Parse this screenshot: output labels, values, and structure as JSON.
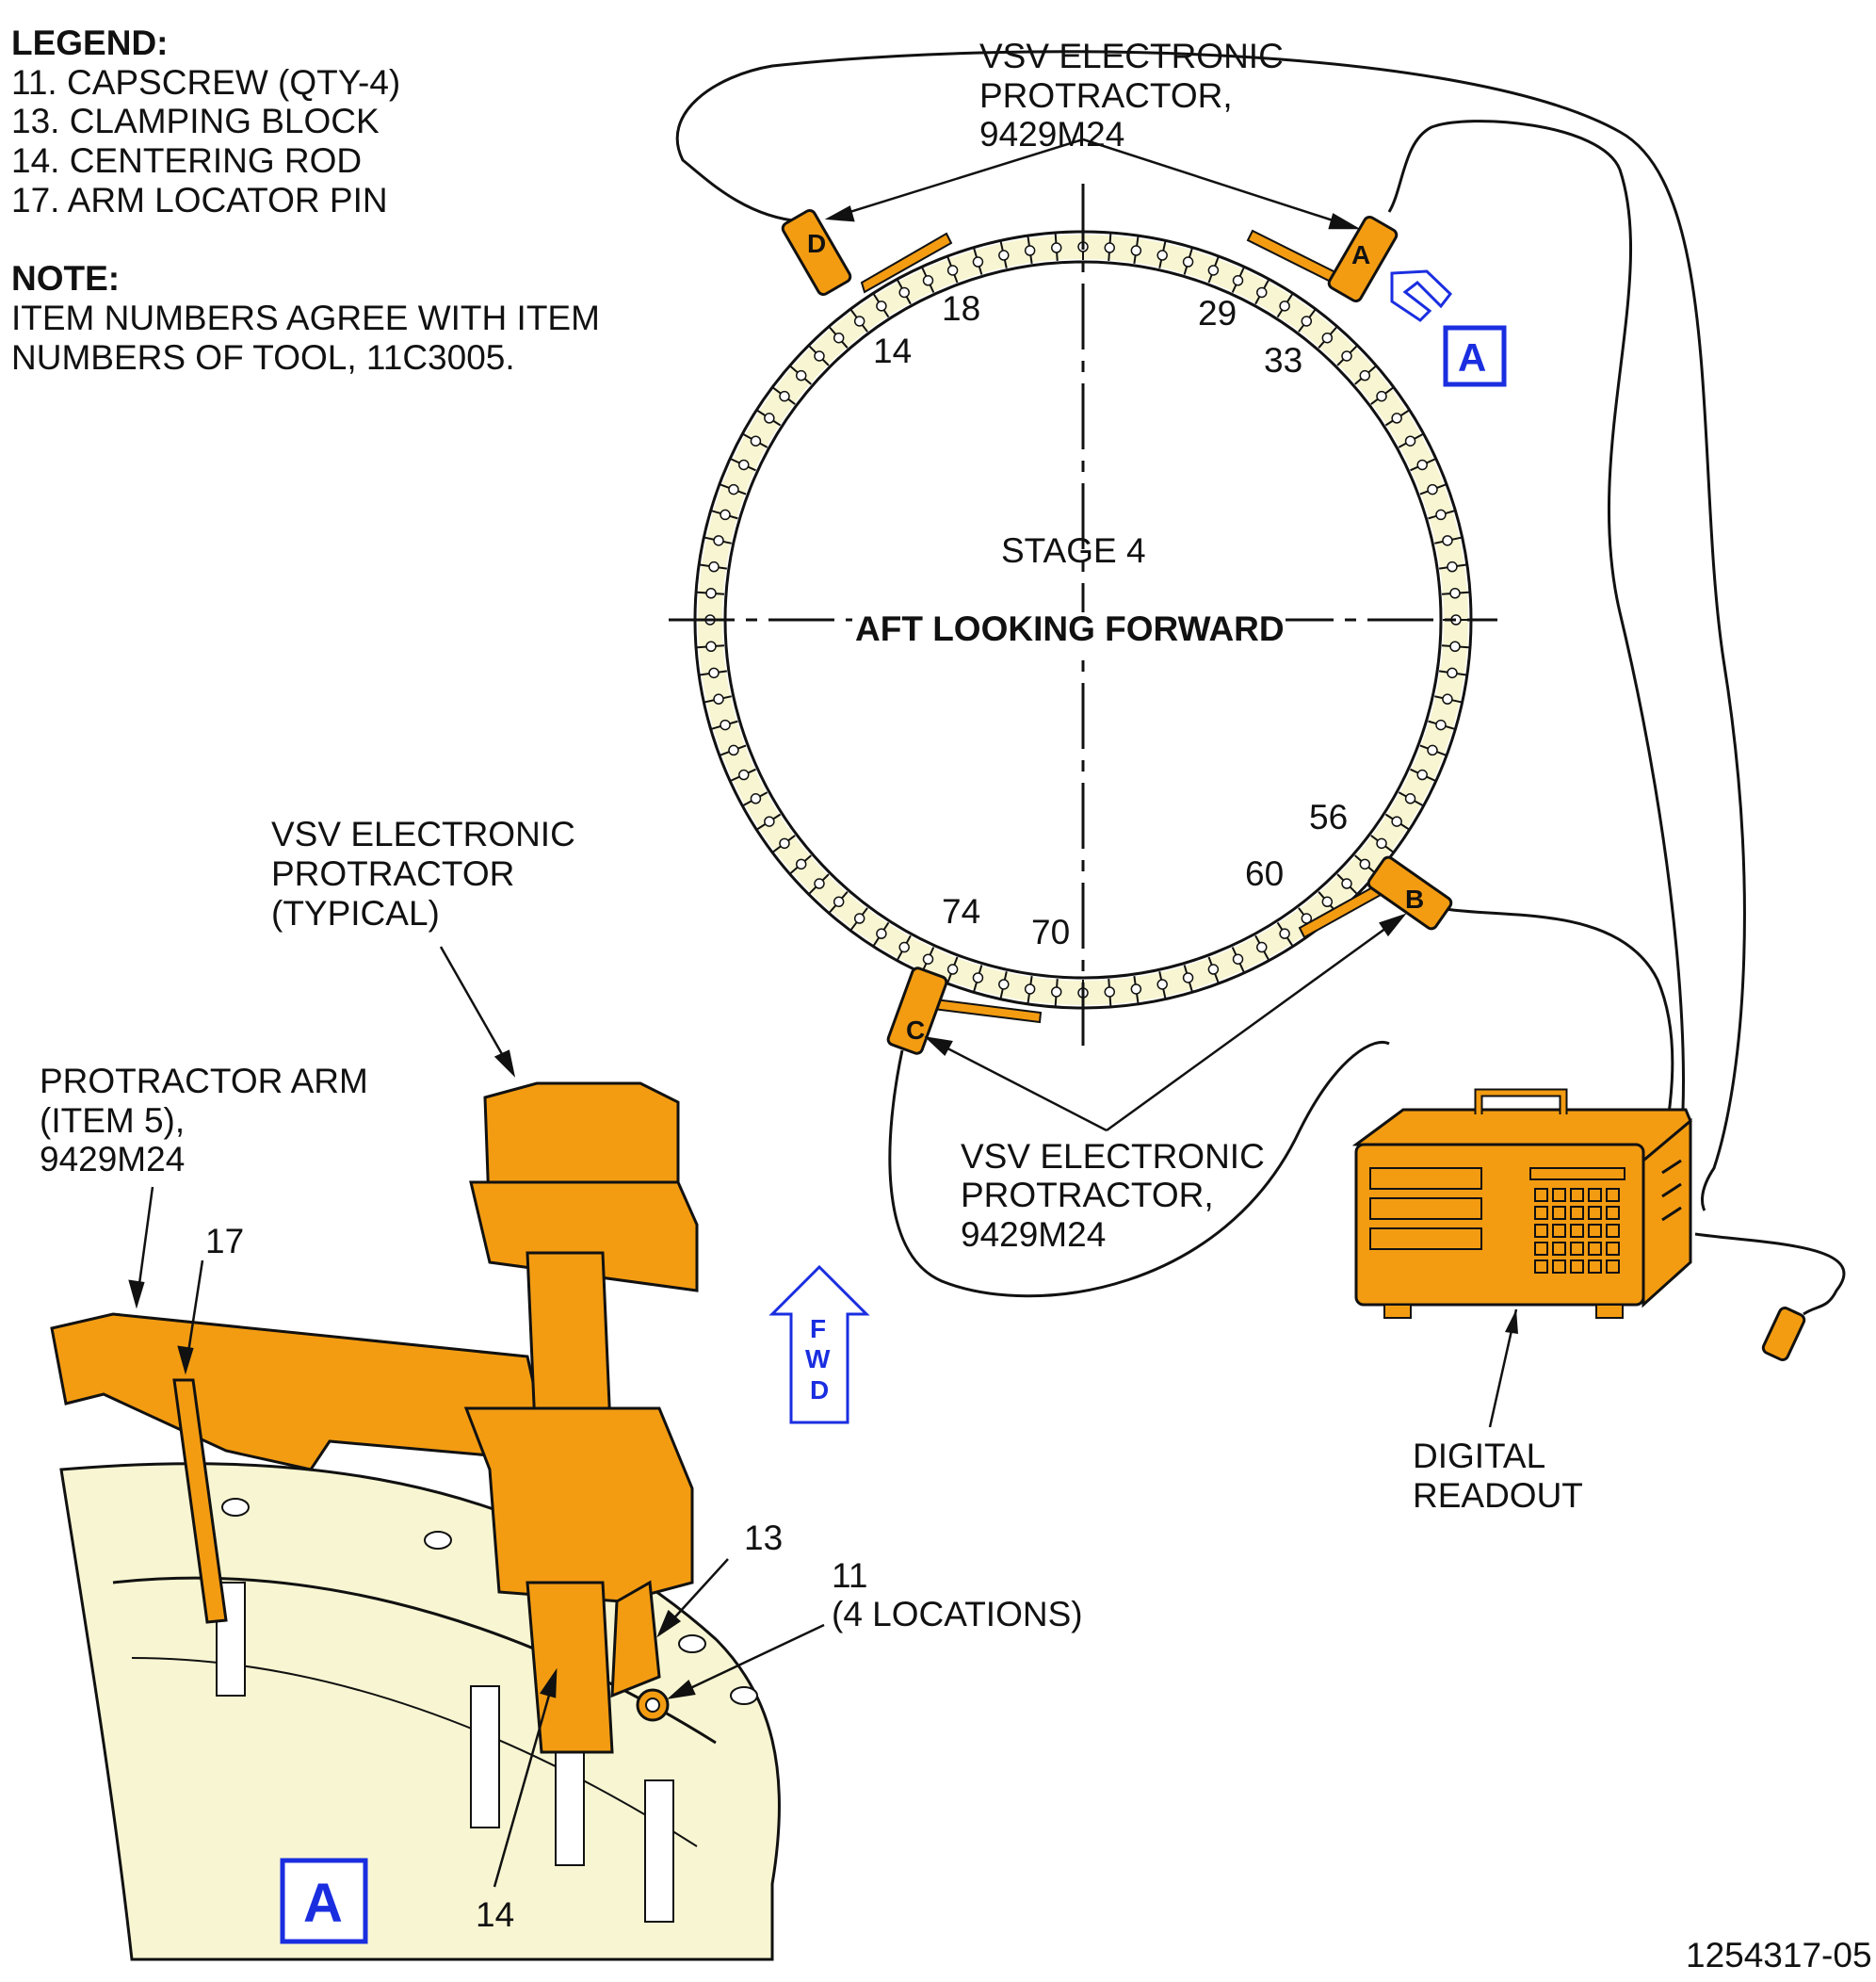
{
  "legend": {
    "title": "LEGEND:",
    "items": [
      "11. CAPSCREW (QTY-4)",
      "13. CLAMPING BLOCK",
      "14. CENTERING ROD",
      "17. ARM LOCATOR PIN"
    ]
  },
  "note": {
    "title": "NOTE:",
    "lines": [
      "ITEM NUMBERS AGREE WITH ITEM",
      "NUMBERS OF TOOL, 11C3005."
    ]
  },
  "ring_view": {
    "stage_label": "STAGE 4",
    "view_label": "AFT LOOKING FORWARD",
    "top_callout": [
      "VSV ELECTRONIC",
      "PROTRACTOR,",
      "9429M24"
    ],
    "bottom_callout": [
      "VSV ELECTRONIC",
      "PROTRACTOR,",
      "9429M24"
    ],
    "vane_numbers": [
      "18",
      "14",
      "29",
      "33",
      "56",
      "60",
      "74",
      "70"
    ],
    "protractor_letters": [
      "D",
      "A",
      "B",
      "C"
    ],
    "view_flag": "A"
  },
  "detail_view": {
    "protractor_callout": [
      "VSV ELECTRONIC",
      "PROTRACTOR",
      "(TYPICAL)"
    ],
    "arm_callout": [
      "PROTRACTOR ARM",
      "(ITEM 5),",
      "9429M24"
    ],
    "item_17": "17",
    "item_13": "13",
    "item_11": [
      "11",
      "(4 LOCATIONS)"
    ],
    "item_14": "14",
    "view_flag": "A"
  },
  "fwd_arrow": [
    "F",
    "W",
    "D"
  ],
  "readout_label": [
    "DIGITAL",
    "READOUT"
  ],
  "figure_id": "1254317-05",
  "colors": {
    "tool_orange": "#f39c12",
    "ring_cream": "#f8f6d2",
    "callout_blue": "#1a2ee0",
    "ink": "#111111"
  }
}
